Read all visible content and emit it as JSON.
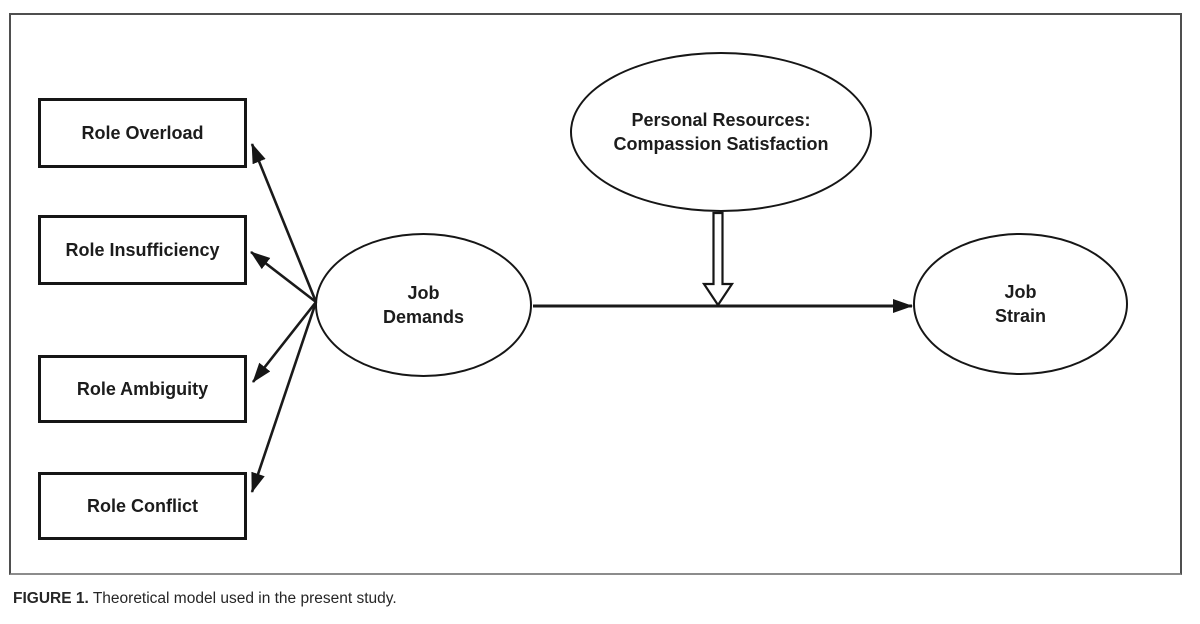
{
  "figure": {
    "caption_label": "FIGURE 1.",
    "caption_text": " Theoretical model used in the present study."
  },
  "diagram": {
    "boxes": [
      {
        "label": "Role Overload"
      },
      {
        "label": "Role Insufficiency"
      },
      {
        "label": "Role Ambiguity"
      },
      {
        "label": "Role Conflict"
      }
    ],
    "ellipses": {
      "job_demands": {
        "line1": "Job",
        "line2": "Demands"
      },
      "personal_resources": {
        "line1": "Personal Resources:",
        "line2": "Compassion Satisfaction"
      },
      "job_strain": {
        "line1": "Job",
        "line2": "Strain"
      }
    },
    "colors": {
      "line": "#1a1a1a",
      "shape_border": "#161616",
      "frame_border": "#4f4f4f",
      "frame_border_bottom": "#8c8c8c",
      "text": "#1c1c1c",
      "background": "#ffffff"
    }
  }
}
